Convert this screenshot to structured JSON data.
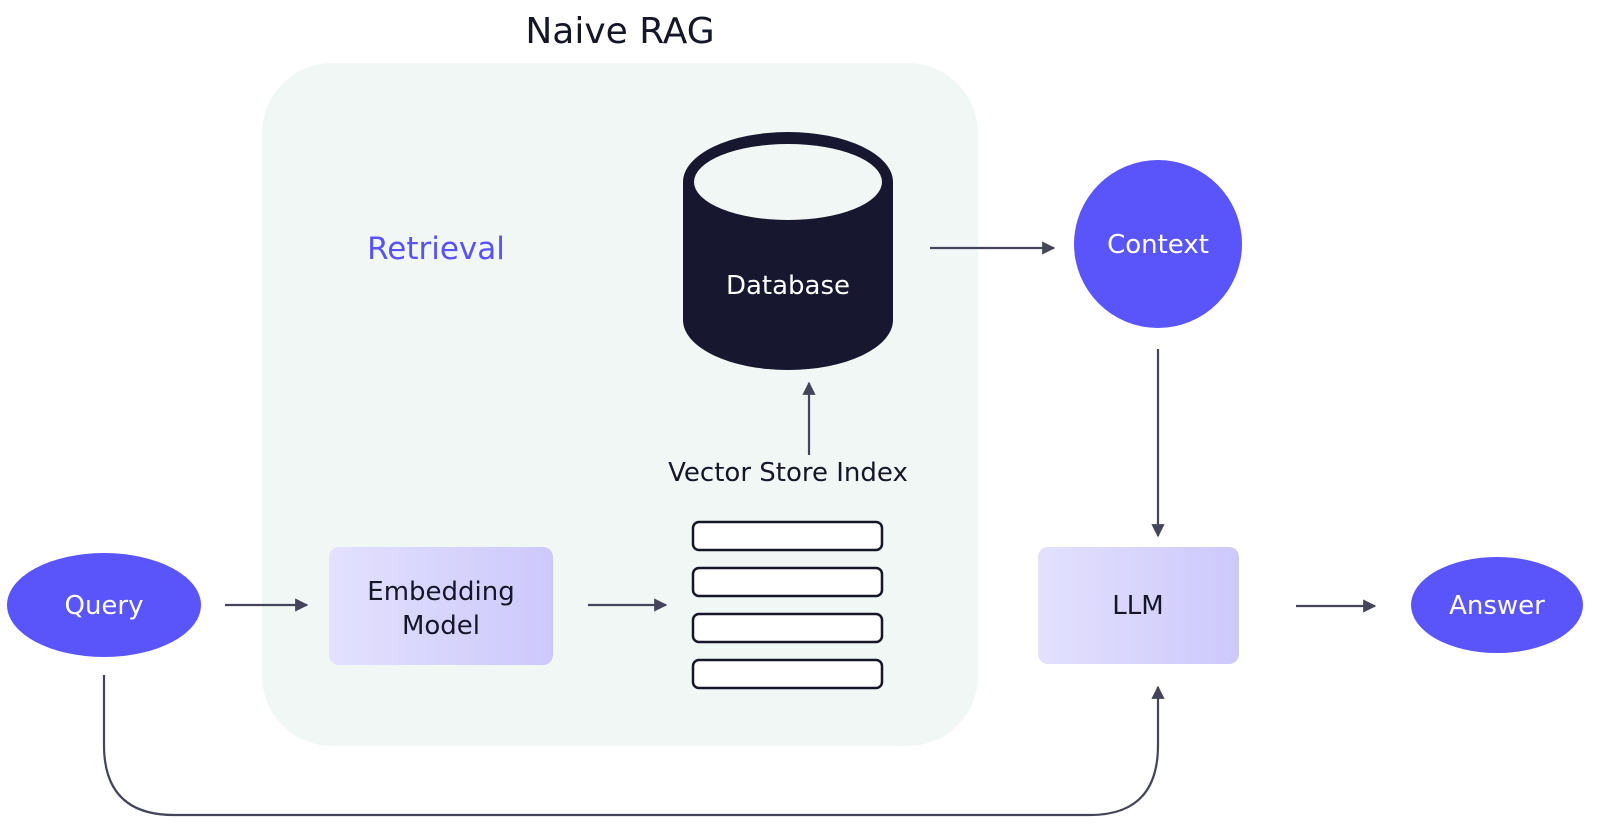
{
  "title": "Naive RAG",
  "retrieval_panel": {
    "label": "Retrieval",
    "background_color": "#f1f7f5"
  },
  "nodes": {
    "query": {
      "label": "Query",
      "shape": "ellipse",
      "color": "#5a55fa"
    },
    "embedding_model": {
      "label_line1": "Embedding",
      "label_line2": "Model",
      "shape": "rounded-rect",
      "gradient": [
        "#e3e1fe",
        "#cdc8fb"
      ]
    },
    "vector_store_index": {
      "label": "Vector Store Index",
      "shape": "stacked-rows",
      "row_count": 4
    },
    "database": {
      "label": "Database",
      "shape": "cylinder",
      "color": "#171830"
    },
    "context": {
      "label": "Context",
      "shape": "circle",
      "color": "#5a55fa"
    },
    "llm": {
      "label": "LLM",
      "shape": "rounded-rect",
      "gradient": [
        "#e3e1fe",
        "#cdc8fb"
      ]
    },
    "answer": {
      "label": "Answer",
      "shape": "ellipse",
      "color": "#5a55fa"
    }
  },
  "edges": [
    {
      "from": "query",
      "to": "embedding_model"
    },
    {
      "from": "embedding_model",
      "to": "vector_store_index"
    },
    {
      "from": "vector_store_index",
      "to": "database"
    },
    {
      "from": "database",
      "to": "context"
    },
    {
      "from": "context",
      "to": "llm"
    },
    {
      "from": "llm",
      "to": "answer"
    },
    {
      "from": "query",
      "to": "llm"
    }
  ],
  "colors": {
    "edge": "#44455a",
    "text_dark": "#161629",
    "accent": "#5a52f5"
  }
}
